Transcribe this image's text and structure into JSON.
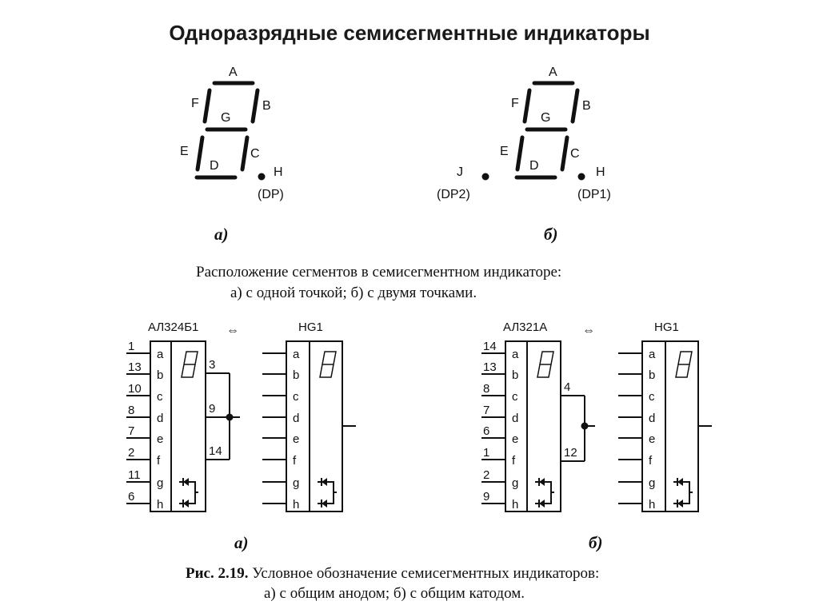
{
  "title": "Одноразрядные семисегментные индикаторы",
  "segments": {
    "a": {
      "A": "A",
      "B": "B",
      "C": "C",
      "D": "D",
      "E": "E",
      "F": "F",
      "G": "G",
      "H": "H",
      "DP": "(DP)"
    },
    "b": {
      "A": "A",
      "B": "B",
      "C": "C",
      "D": "D",
      "E": "E",
      "F": "F",
      "G": "G",
      "H": "H",
      "DP1": "(DP1)",
      "J": "J",
      "DP2": "(DP2)"
    },
    "label_a": "а)",
    "label_b": "б)",
    "caption_line1": "Расположение сегментов в семисегментном индикаторе:",
    "caption_line2": "а) с одной точкой; б) с двумя точками."
  },
  "schematics": {
    "letters": [
      "a",
      "b",
      "c",
      "d",
      "e",
      "f",
      "g",
      "h"
    ],
    "a": {
      "part": "АЛ324Б1",
      "ref": "HG1",
      "pins": [
        "1",
        "13",
        "10",
        "8",
        "7",
        "2",
        "11",
        "6"
      ],
      "common_pins": [
        "3",
        "9",
        "14"
      ],
      "label": "а)"
    },
    "b": {
      "part": "АЛ321А",
      "ref": "HG1",
      "pins": [
        "14",
        "13",
        "8",
        "7",
        "6",
        "1",
        "2",
        "9"
      ],
      "common_pins": [
        "4",
        "12"
      ],
      "label": "б)"
    },
    "equiv_symbol": "⇔",
    "fig_number": "Рис. 2.19.",
    "caption_line1": " Условное обозначение семисегментных индикаторов:",
    "caption_line2": "а) с общим анодом; б) с общим катодом."
  }
}
